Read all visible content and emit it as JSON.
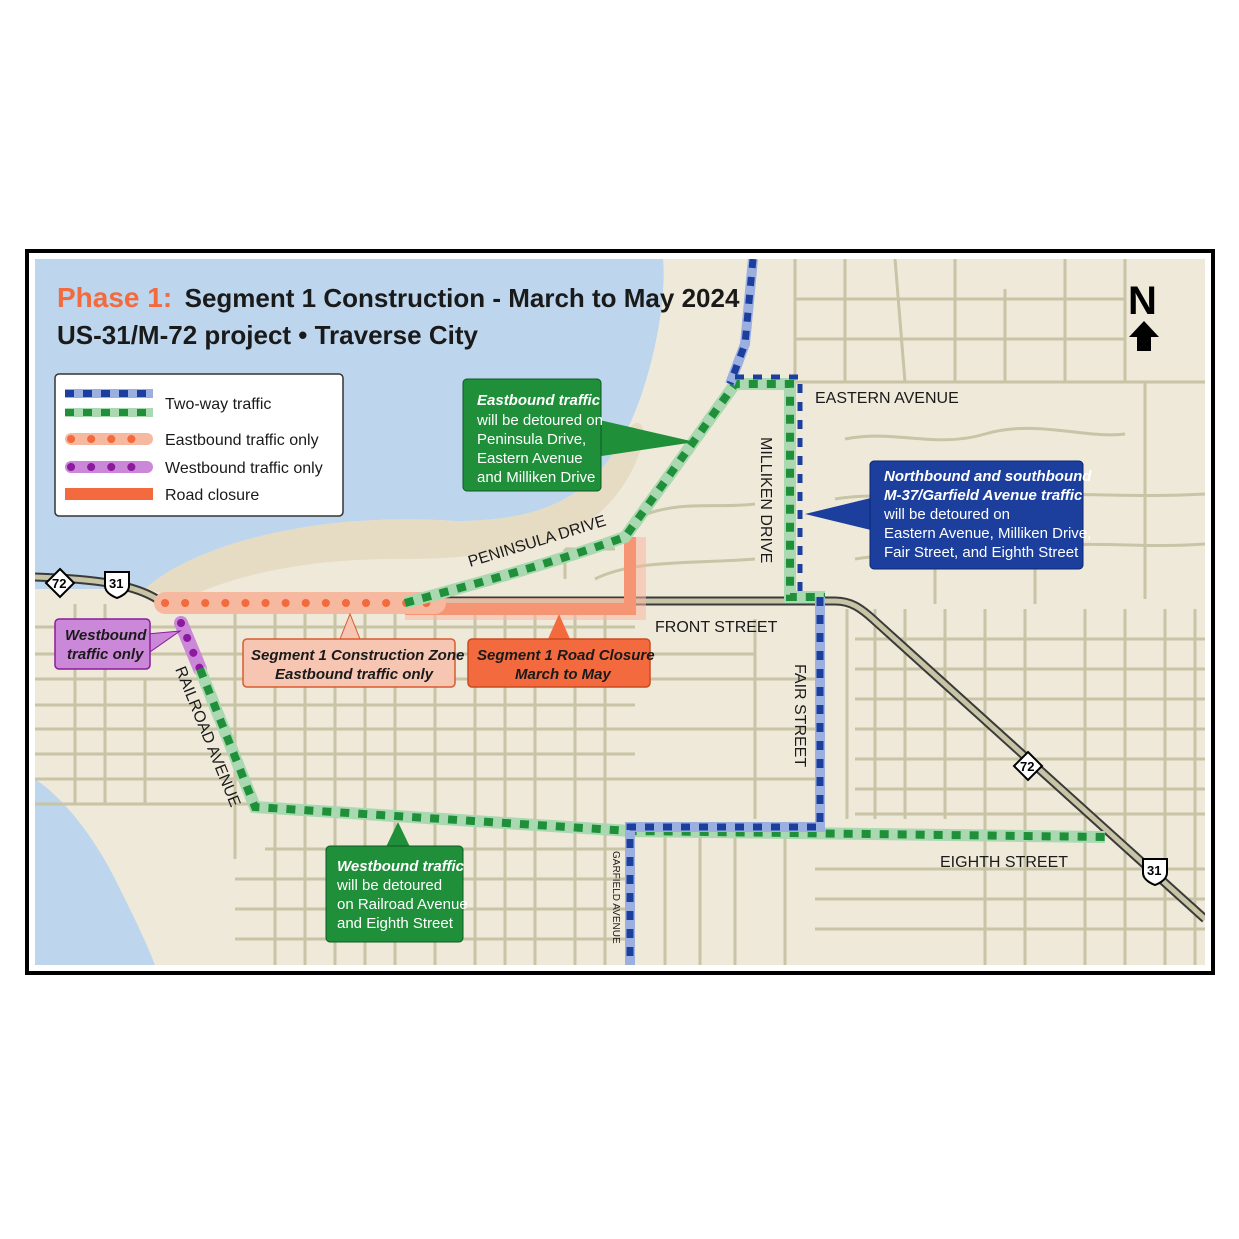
{
  "title": {
    "phase": "Phase 1:",
    "main": "Segment 1 Construction - March to May 2024",
    "subtitle": "US-31/M-72 project • Traverse City"
  },
  "north": "N",
  "legend": {
    "two_way": "Two-way traffic",
    "eastbound_only": "Eastbound traffic only",
    "westbound_only": "Westbound traffic only",
    "road_closure": "Road closure"
  },
  "streets": {
    "eastern_avenue": "EASTERN AVENUE",
    "milliken_drive": "MILLIKEN DRIVE",
    "peninsula_drive": "PENINSULA DRIVE",
    "front_street": "FRONT STREET",
    "fair_street": "FAIR STREET",
    "railroad_avenue": "RAILROAD AVENUE",
    "garfield_avenue": "GARFIELD AVENUE",
    "eighth_street": "EIGHTH STREET"
  },
  "shields": {
    "m72": "72",
    "us31": "31"
  },
  "callouts": {
    "eastbound_detour": {
      "bold": "Eastbound traffic",
      "lines": [
        "will be detoured on",
        "Peninsula Drive,",
        "Eastern Avenue",
        "and Milliken Drive"
      ]
    },
    "garfield_detour": {
      "bold": [
        "Northbound and southbound",
        "M-37/Garfield Avenue traffic"
      ],
      "lines": [
        "will be detoured on",
        "Eastern Avenue, Milliken Drive,",
        "Fair Street, and Eighth Street"
      ]
    },
    "westbound_only": {
      "bold": [
        "Westbound",
        "traffic only"
      ]
    },
    "construction_zone": {
      "bold": [
        "Segment 1 Construction Zone",
        "Eastbound traffic only"
      ]
    },
    "road_closure": {
      "bold": [
        "Segment 1 Road Closure",
        "March to May"
      ]
    },
    "westbound_detour": {
      "bold": "Westbound traffic",
      "lines": [
        "will be detoured",
        "on Railroad Avenue",
        "and Eighth Street"
      ]
    }
  },
  "colors": {
    "land": "#efe9da",
    "water": "#bdd6ee",
    "road": "#c8c4a6",
    "two_way_blue": "#1c3f9e",
    "two_way_green": "#1f8f3a",
    "eastbound": "#f26a3d",
    "eastbound_light": "#f7b8a0",
    "westbound": "#8b1a9c",
    "westbound_light": "#cc88d8",
    "closure": "#f26a3d"
  }
}
